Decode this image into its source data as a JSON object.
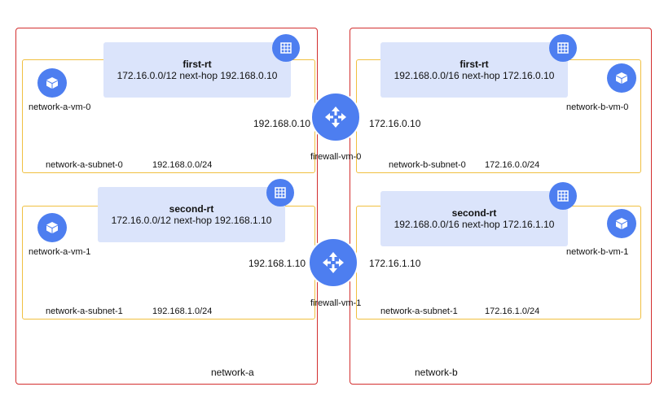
{
  "colors": {
    "network_border": "#d32f2f",
    "subnet_border": "#f0c040",
    "route_table_fill": "#dbe4fb",
    "icon_blue": "#4d7ef0"
  },
  "icons": {
    "vm": "cube-icon",
    "route_table": "route-table-icon",
    "firewall": "router-arrows-icon"
  },
  "network_a": {
    "label": "network-a",
    "subnet_0": {
      "name": "network-a-subnet-0",
      "cidr": "192.168.0.0/24",
      "vm": "network-a-vm-0",
      "rt_title": "first-rt",
      "rt_route": "172.16.0.0/12 next-hop 192.168.0.10"
    },
    "subnet_1": {
      "name": "network-a-subnet-1",
      "cidr": "192.168.1.0/24",
      "vm": "network-a-vm-1",
      "rt_title": "second-rt",
      "rt_route": "172.16.0.0/12 next-hop 192.168.1.10"
    }
  },
  "network_b": {
    "label": "network-b",
    "subnet_0": {
      "name": "network-b-subnet-0",
      "cidr": "172.16.0.0/24",
      "vm": "network-b-vm-0",
      "rt_title": "first-rt",
      "rt_route": "192.168.0.0/16 next-hop 172.16.0.10"
    },
    "subnet_1": {
      "name": "network-a-subnet-1",
      "cidr": "172.16.1.0/24",
      "vm": "network-b-vm-1",
      "rt_title": "second-rt",
      "rt_route": "192.168.0.0/16 next-hop 172.16.1.10"
    }
  },
  "firewalls": {
    "fw0": {
      "name": "firewall-vm-0",
      "ip_a": "192.168.0.10",
      "ip_b": "172.16.0.10"
    },
    "fw1": {
      "name": "firewall-vm-1",
      "ip_a": "192.168.1.10",
      "ip_b": "172.16.1.10"
    }
  }
}
